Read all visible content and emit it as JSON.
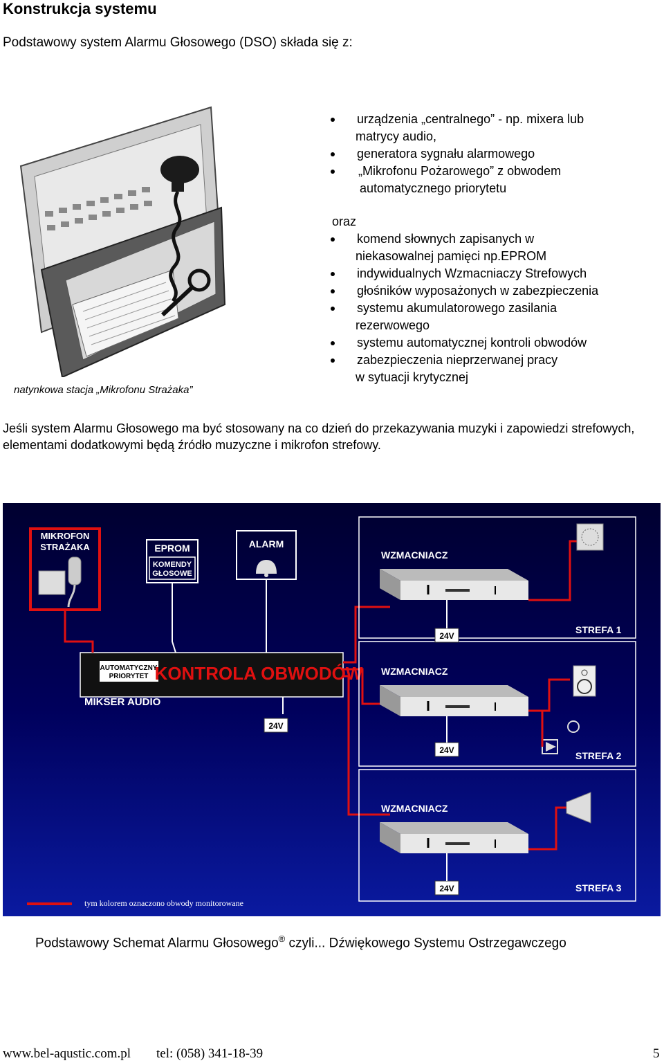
{
  "title": "Konstrukcja systemu",
  "intro": "Podstawowy system  Alarmu Głosowego (DSO) składa się z:",
  "photo_caption": "natynkowa stacja „Mikrofonu Strażaka”",
  "items": [
    {
      "bullet": true,
      "text": "urządzenia „centralnego” - np. mixera lub"
    },
    {
      "bullet": false,
      "text": "matrycy audio,"
    },
    {
      "bullet": true,
      "text": "generatora sygnału alarmowego"
    },
    {
      "bullet": true,
      "text": "„Mikrofonu Pożarowego” z obwodem"
    },
    {
      "bullet": false,
      "text": "automatycznego priorytetu"
    },
    {
      "bullet": false,
      "text": "oraz"
    },
    {
      "bullet": true,
      "text": "komend słownych zapisanych w"
    },
    {
      "bullet": false,
      "text": "niekasowalnej pamięci np.EPROM"
    },
    {
      "bullet": true,
      "text": "indywidualnych Wzmacniaczy Strefowych"
    },
    {
      "bullet": true,
      "text": "głośników wyposażonych w zabezpieczenia"
    },
    {
      "bullet": true,
      "text": "systemu akumulatorowego zasilania"
    },
    {
      "bullet": false,
      "text": "rezerwowego"
    },
    {
      "bullet": true,
      "text": "systemu automatycznej kontroli obwodów"
    },
    {
      "bullet": true,
      "text": "zabezpieczenia nieprzerwanej pracy"
    },
    {
      "bullet": false,
      "text": "w sytuacji krytycznej"
    }
  ],
  "paragraph": "Jeśli system Alarmu Głosowego ma być stosowany na co dzień do przekazywania muzyki i zapowiedzi strefowych, elementami dodatkowymi będą źródło muzyczne i mikrofon strefowy.",
  "diagram": {
    "mic_label_1": "MIKROFON",
    "mic_label_2": "STRAŻAKA",
    "eprom_label": "EPROM",
    "eprom_sub_1": "KOMENDY",
    "eprom_sub_2": "GŁOSOWE",
    "alarm_label": "ALARM",
    "priority_1": "AUTOMATYCZNY",
    "priority_2": "PRIORYTET",
    "control_label": "KONTROLA OBWODÓW",
    "mixer_label": "MIKSER AUDIO",
    "amp_label": "WZMACNIACZ",
    "battery_label": "24V",
    "zone_1": "STREFA 1",
    "zone_2": "STREFA 2",
    "zone_3": "STREFA 3",
    "legend": "tym kolorem oznaczono obwody monitorowane",
    "bg_color": "#00006b",
    "monitored_color": "#e01010"
  },
  "figure_caption_main": "Podstawowy Schemat Alarmu Głosowego",
  "figure_caption_reg": "®",
  "figure_caption_rest": " czyli... Dźwiękowego Systemu Ostrzegawczego",
  "footer_url": "www.bel-aqustic.com.pl",
  "footer_tel": "tel: (058) 341-18-39",
  "page_number": "5"
}
